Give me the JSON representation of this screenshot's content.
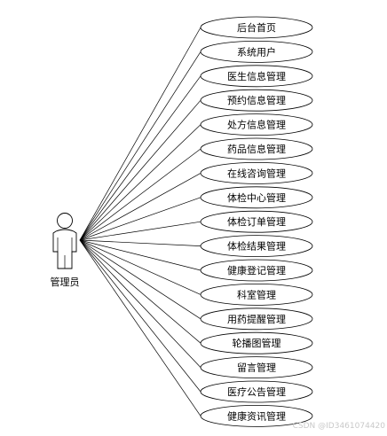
{
  "actor": {
    "label": "管理员",
    "icon": "user-icon"
  },
  "use_cases": [
    {
      "label": "后台首页"
    },
    {
      "label": "系统用户"
    },
    {
      "label": "医生信息管理"
    },
    {
      "label": "预约信息管理"
    },
    {
      "label": "处方信息管理"
    },
    {
      "label": "药品信息管理"
    },
    {
      "label": "在线咨询管理"
    },
    {
      "label": "体检中心管理"
    },
    {
      "label": "体检订单管理"
    },
    {
      "label": "体检结果管理"
    },
    {
      "label": "健康登记管理"
    },
    {
      "label": "科室管理"
    },
    {
      "label": "用药提醒管理"
    },
    {
      "label": "轮播图管理"
    },
    {
      "label": "留言管理"
    },
    {
      "label": "医疗公告管理"
    },
    {
      "label": "健康资讯管理"
    }
  ],
  "watermark": "CSDN @ID3461074420"
}
